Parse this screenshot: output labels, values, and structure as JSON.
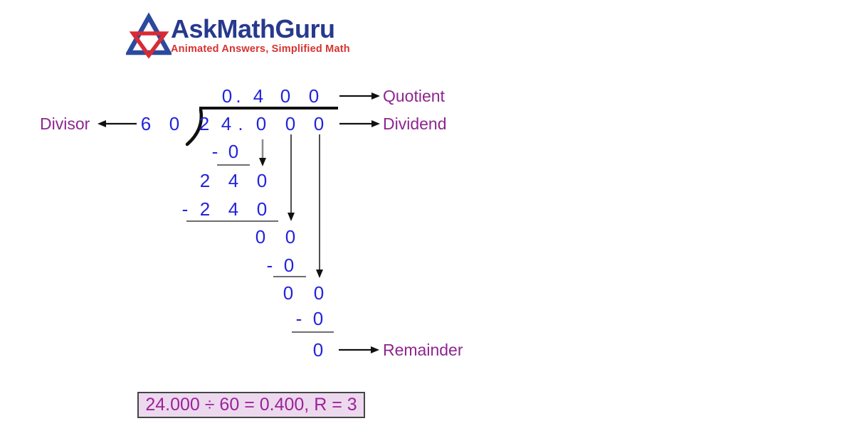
{
  "brand": {
    "name": "AskMathGuru",
    "tagline": "Animated Answers, Simplified Math",
    "logo_icon": "overlapping-triangles-icon",
    "name_color": "#27398e",
    "tagline_color": "#d6332f"
  },
  "labels": {
    "divisor": "Divisor",
    "quotient": "Quotient",
    "dividend": "Dividend",
    "remainder": "Remainder"
  },
  "division": {
    "divisor": [
      "6",
      "0"
    ],
    "quotient": [
      "0",
      ".",
      "4",
      "0",
      "0"
    ],
    "dividend": [
      "2",
      "4",
      ".",
      "0",
      "0",
      "0"
    ],
    "rows": {
      "a": [
        "-",
        "0"
      ],
      "b": [
        "2",
        "4",
        "0"
      ],
      "c": [
        "-",
        "2",
        "4",
        "0"
      ],
      "d": [
        "0",
        "0"
      ],
      "e": [
        "-",
        "0"
      ],
      "f": [
        "0",
        "0"
      ],
      "g": [
        "-",
        "0"
      ],
      "h": [
        "0"
      ]
    },
    "result": "24.000 ÷ 60 = 0.400, R = 3"
  },
  "colors": {
    "digit_blue": "#2323dc",
    "label_purple": "#8e2590",
    "arrow_black": "#111111",
    "bringdown_gray": "#8a8a8a",
    "result_box_bg": "#ecd9ee",
    "result_box_border": "#454545"
  }
}
